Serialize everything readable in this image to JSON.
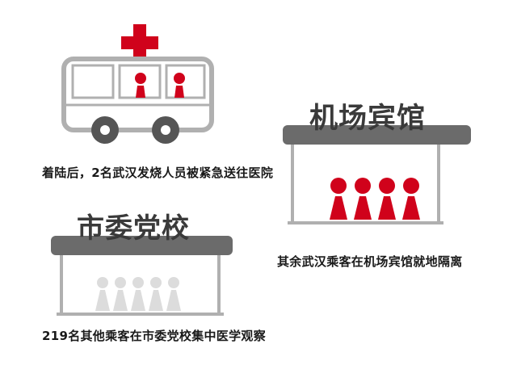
{
  "colors": {
    "red": "#d0021b",
    "gray": "#aaaaaa",
    "dark": "#555555",
    "light": "#dcdcdc"
  },
  "ambulance": {
    "icon": "ambulance-icon",
    "passengers": 2,
    "caption": "着陆后，2名武汉发烧人员被紧急送往医院"
  },
  "hotel": {
    "sign": "机场宾馆",
    "people": 4,
    "caption": "其余武汉乘客在机场宾馆就地隔离"
  },
  "school": {
    "sign": "市委党校",
    "people": 5,
    "caption": "219名其他乘客在市委党校集中医学观察"
  }
}
